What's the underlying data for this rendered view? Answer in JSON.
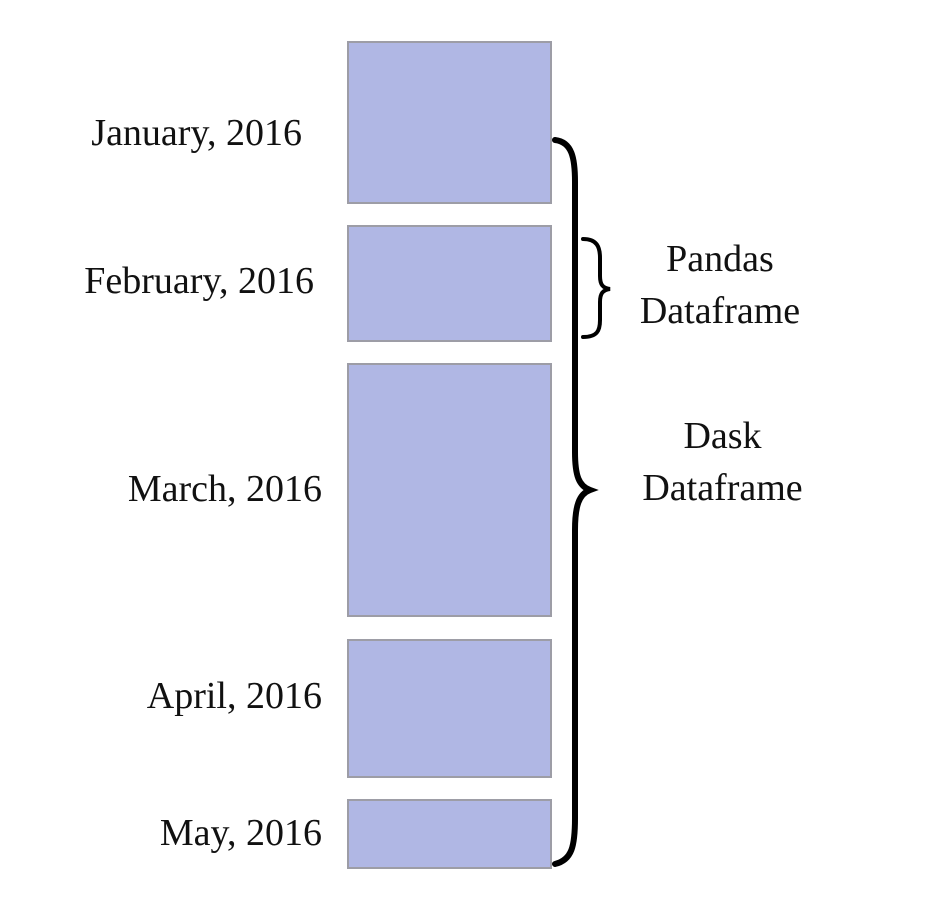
{
  "partitions": [
    {
      "label": "January, 2016"
    },
    {
      "label": "February, 2016"
    },
    {
      "label": "March, 2016"
    },
    {
      "label": "April, 2016"
    },
    {
      "label": "May, 2016"
    }
  ],
  "pandas_label": {
    "line1": "Pandas",
    "line2": "Dataframe"
  },
  "dask_label": {
    "line1": "Dask",
    "line2": "Dataframe"
  },
  "colors": {
    "block_fill": "#b0b7e4",
    "block_border": "#9d9da6",
    "brace": "#000000"
  }
}
